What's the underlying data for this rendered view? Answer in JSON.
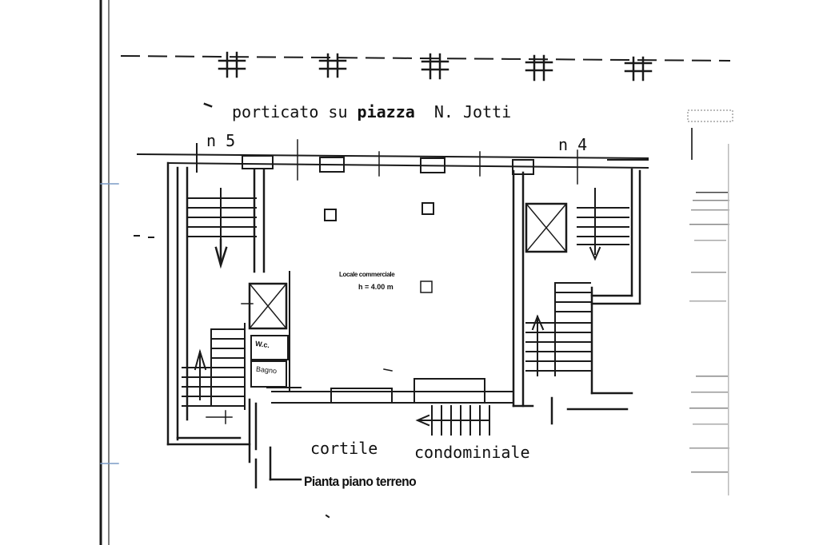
{
  "plan": {
    "street_prefix": "porticato su",
    "street_piazza": "piazza",
    "street_name": "N. Jotti",
    "door_left": "n 5",
    "door_right": "n 4",
    "room_name": "Locale commerciale",
    "room_height": "h = 4.00 m",
    "wc": "W.c.",
    "bagno": "Bagno",
    "courtyard_1": "cortile",
    "courtyard_2": "condominiale",
    "title": "Pianta piano terreno"
  },
  "colors": {
    "ink": "#1a1a1a",
    "paper": "#ffffff",
    "margin_blue": "#7a9cc6"
  }
}
